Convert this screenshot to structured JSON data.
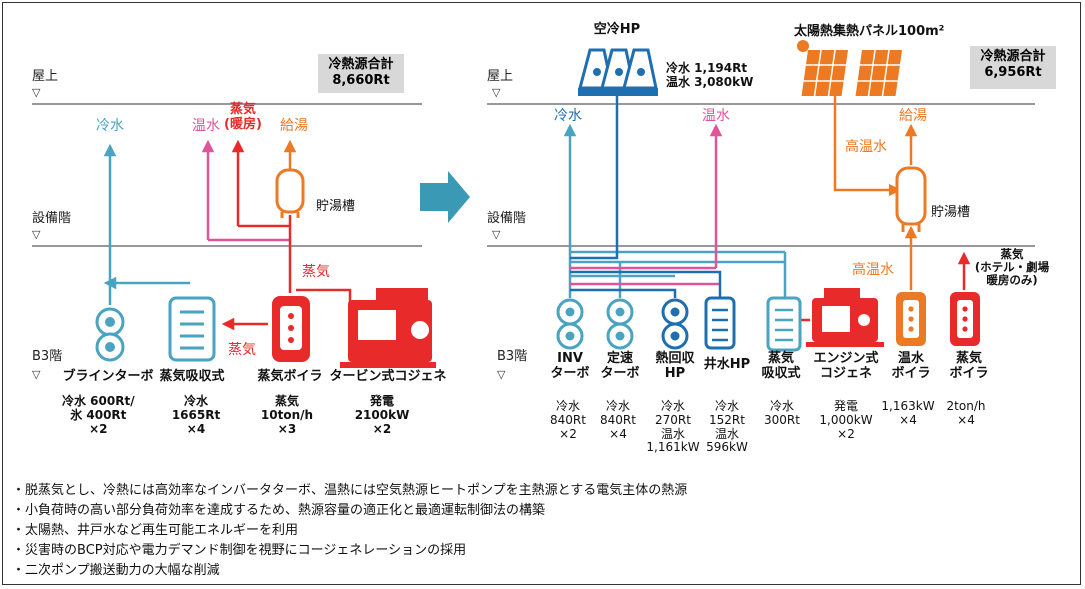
{
  "left": {
    "total_label": "冷熱源合計",
    "total_value": "8,660Rt",
    "roof": "屋上",
    "equipment_floor": "設備階",
    "b3": "B3階",
    "flows": {
      "cold": "冷水",
      "hot": "温水",
      "steam_heat": "蒸気\n(暖房)",
      "supply": "給湯"
    },
    "tank": "貯湯槽",
    "steam1": "蒸気",
    "steam2": "蒸気",
    "equipment": [
      {
        "label": "ブラインターボ",
        "spec": "冷水 600Rt/\n氷 400Rt\n×2"
      },
      {
        "label": "蒸気吸収式",
        "spec": "冷水\n1665Rt\n×4"
      },
      {
        "label": "蒸気ボイラ",
        "spec": "蒸気\n10ton/h\n×3"
      },
      {
        "label": "タービン式コジェネ",
        "spec": "発電\n2100kW\n×2"
      }
    ]
  },
  "right": {
    "total_label": "冷熱源合計",
    "total_value": "6,956Rt",
    "roof": "屋上",
    "equipment_floor": "設備階",
    "b3": "B3階",
    "air_hp": "空冷HP",
    "air_hp_spec": "冷水 1,194Rt\n温水 3,080kW",
    "solar": "太陽熱集熱パネル100m²",
    "flows": {
      "cold": "冷水",
      "hot": "温水",
      "supply": "給湯",
      "high_temp1": "高温水",
      "high_temp2": "高温水",
      "steam_note": "蒸気\n(ホテル・劇場\n暖房のみ)"
    },
    "tank": "貯湯槽",
    "equipment": [
      {
        "label": "INV\nターボ",
        "spec": "冷水\n840Rt\n×2"
      },
      {
        "label": "定速\nターボ",
        "spec": "冷水\n840Rt\n×4"
      },
      {
        "label": "熱回収\nHP",
        "spec": "冷水\n270Rt\n温水\n1,161kW"
      },
      {
        "label": "井水HP",
        "spec": "冷水\n152Rt\n温水\n596kW"
      },
      {
        "label": "蒸気\n吸収式",
        "spec": "冷水\n300Rt"
      },
      {
        "label": "エンジン式\nコジェネ",
        "spec": "発電\n1,000kW\n×2"
      },
      {
        "label": "温水\nボイラ",
        "spec": "1,163kW\n×4"
      },
      {
        "label": "蒸気\nボイラ",
        "spec": "2ton/h\n×4"
      }
    ]
  },
  "bullets": [
    "・脱蒸気とし、冷熱には高効率なインバータターボ、温熱には空気熱源ヒートポンプを主熱源とする電気主体の熱源",
    "・小負荷時の高い部分負荷効率を達成するため、熱源容量の適正化と最適運転制御法の構築",
    "・太陽熱、井戸水など再生可能エネルギーを利用",
    "・災害時のBCP対応や電力デマンド制御を視野にコージェネレーションの採用",
    "・二次ポンプ搬送動力の大幅な削減"
  ],
  "colors": {
    "cold": "#4aa3c0",
    "hot": "#e0559a",
    "steam": "#e82a2a",
    "hotwater": "#ec7a25",
    "hp": "#1f6fb0",
    "gray": "#777777"
  }
}
